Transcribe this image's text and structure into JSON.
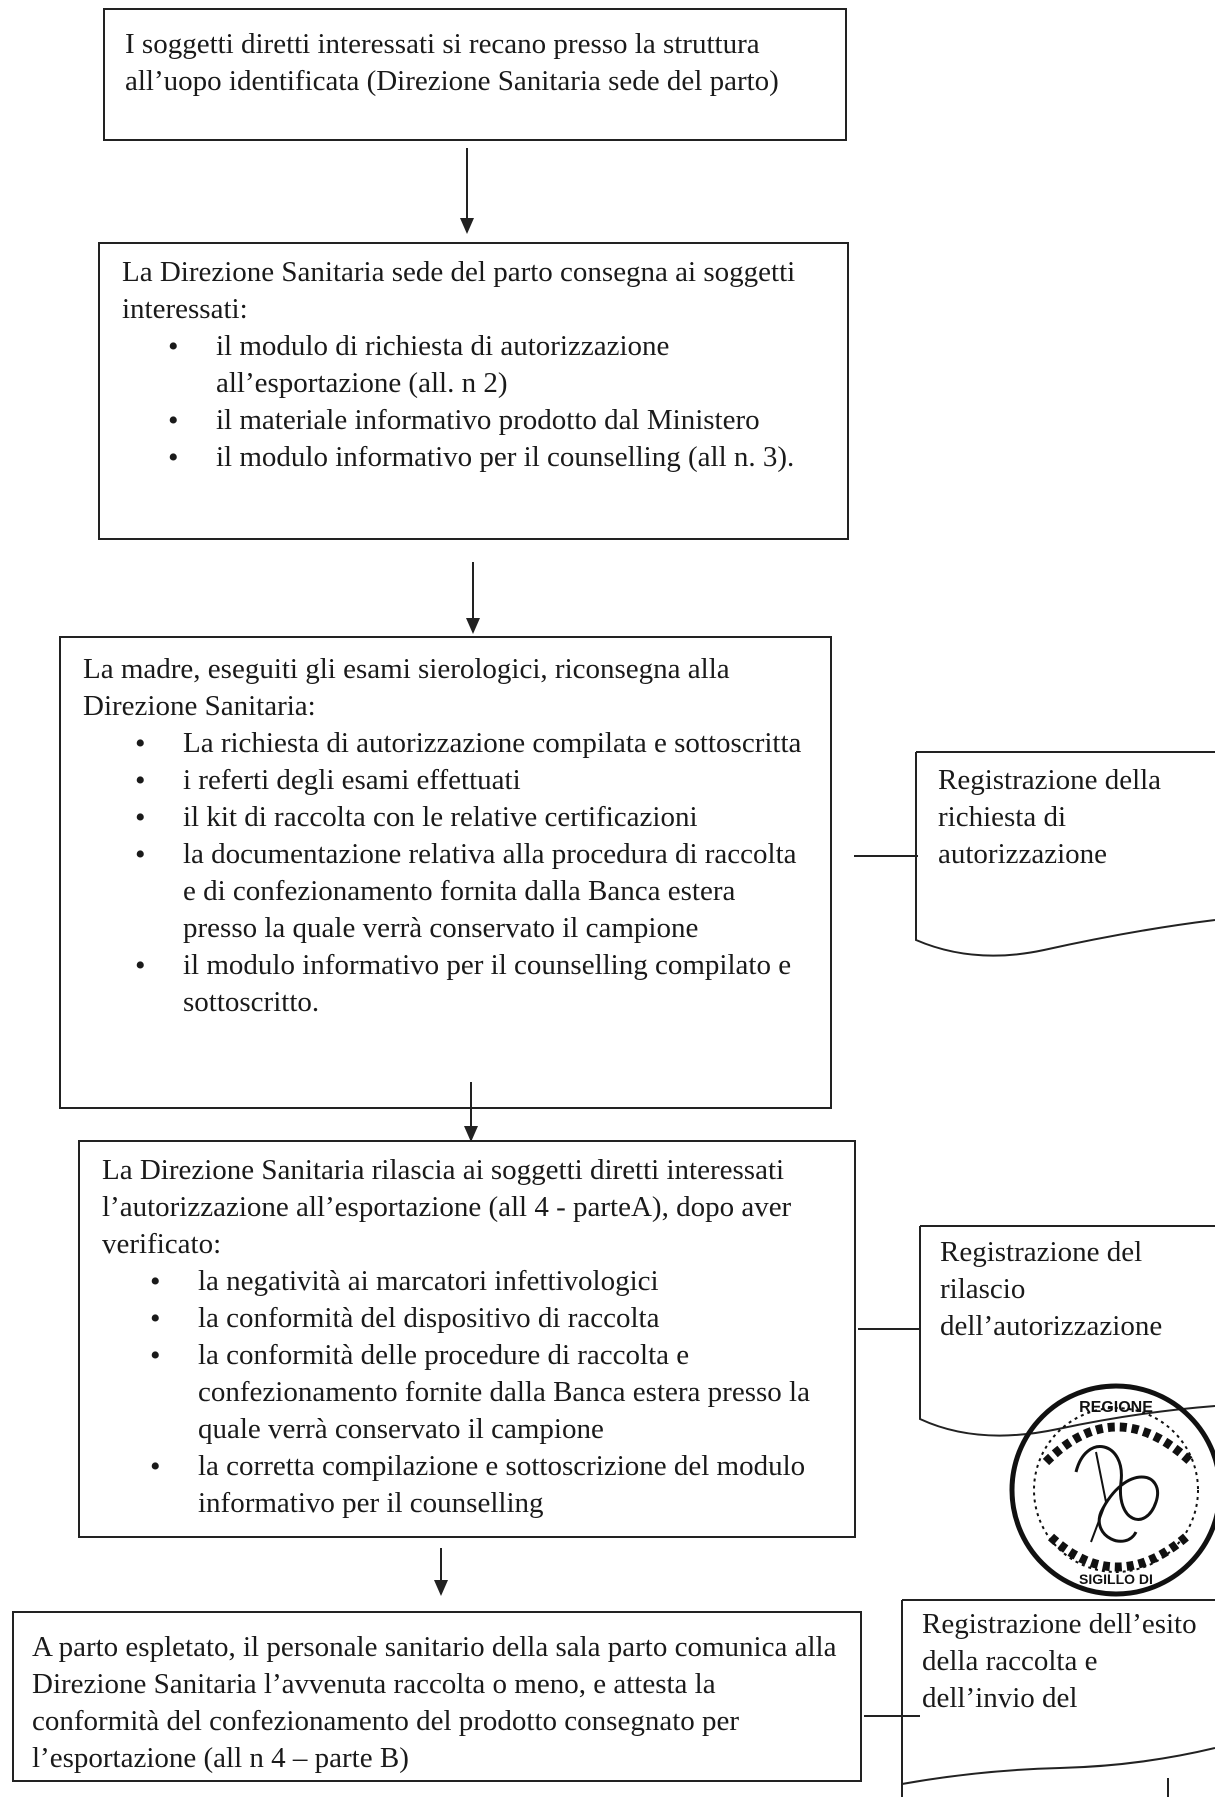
{
  "box1": {
    "text": "I soggetti diretti interessati si recano presso la struttura all’uopo identificata (Direzione Sanitaria sede del parto)"
  },
  "box2": {
    "intro": "La Direzione Sanitaria sede del parto consegna ai soggetti interessati:",
    "items": [
      "il modulo di richiesta di autorizzazione all’esportazione (all. n 2)",
      "il materiale informativo prodotto dal Ministero",
      "il modulo informativo per il counselling (all n. 3)."
    ]
  },
  "box3": {
    "intro": "La madre, eseguiti gli esami sierologici, riconsegna alla Direzione Sanitaria:",
    "items": [
      "La richiesta di autorizzazione compilata e sottoscritta",
      "i referti degli esami effettuati",
      "il kit di raccolta con le relative certificazioni",
      "la documentazione relativa alla procedura di raccolta e di confezionamento fornita dalla Banca estera presso la quale verrà conservato il campione",
      "il modulo informativo per il counselling compilato e sottoscritto."
    ]
  },
  "box4": {
    "intro": "La Direzione Sanitaria rilascia ai soggetti diretti interessati l’autorizzazione all’esportazione (all 4 - parteA), dopo aver verificato:",
    "items": [
      "la negatività ai marcatori infettivologici",
      "la conformità del dispositivo di raccolta",
      "la conformità delle procedure di raccolta e confezionamento fornite dalla Banca estera presso la quale verrà conservato il campione",
      "la corretta compilazione e sottoscrizione del modulo informativo per il counselling"
    ]
  },
  "box5": {
    "text": "A parto espletato, il personale sanitario della sala parto comunica alla Direzione Sanitaria l’avvenuta raccolta o meno, e attesta la conformità del confezionamento del prodotto consegnato per l’esportazione (all n 4 – parte B)"
  },
  "doc1": {
    "text": "Registrazione della richiesta di autorizzazione"
  },
  "doc2": {
    "text": "Registrazione del rilascio dell’autorizzazione"
  },
  "doc3": {
    "text": "Registrazione dell’esito della raccolta e dell’invio del"
  },
  "stamp": {
    "top_text": "REGIONE",
    "bottom_text": "SIGILLO DI"
  }
}
